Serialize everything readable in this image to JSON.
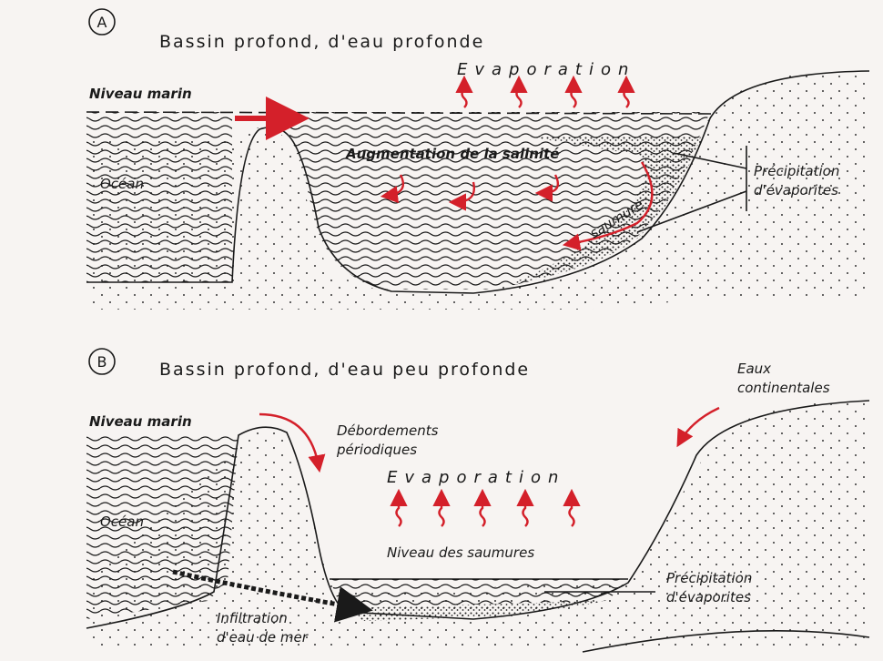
{
  "panel_a": {
    "letter": "A",
    "title": "Bassin profond, d'eau profonde",
    "sea_level": "Niveau marin",
    "evaporation": "Evaporation",
    "ocean": "Océan",
    "salinity": "Augmentation de la salinité",
    "brine": "saumure",
    "precipitation_line1": "Précipitation",
    "precipitation_line2": "d'évaporites"
  },
  "panel_b": {
    "letter": "B",
    "title": "Bassin profond, d'eau peu profonde",
    "sea_level": "Niveau marin",
    "overflow_line1": "Débordements",
    "overflow_line2": "périodiques",
    "evaporation": "Evaporation",
    "ocean": "Océan",
    "brine_level": "Niveau des saumures",
    "continental_line1": "Eaux",
    "continental_line2": "continentales",
    "precipitation_line1": "Précipitation",
    "precipitation_line2": "d'évaporites",
    "infiltration_line1": "Infiltration",
    "infiltration_line2": "d'eau de mer"
  },
  "colors": {
    "arrow": "#d4202a",
    "ink": "#1a1a1a",
    "background": "#f7f4f2"
  }
}
